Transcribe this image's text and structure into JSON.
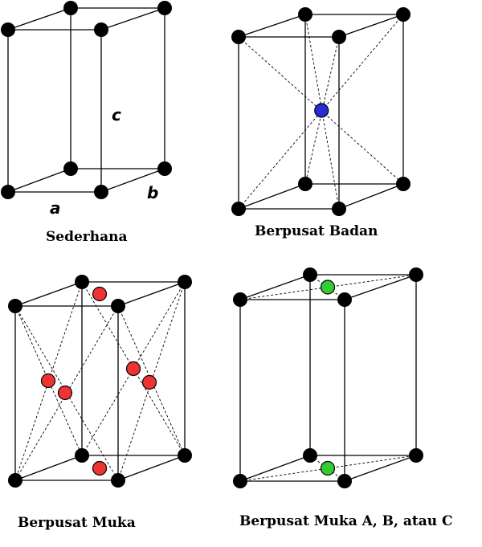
{
  "panels": [
    {
      "id": "simple",
      "caption": "Sederhana",
      "axis_labels": {
        "a": "a",
        "b": "b",
        "c": "c"
      },
      "extra_atoms": "none"
    },
    {
      "id": "body-centered",
      "caption": "Berpusat Badan",
      "extra_atoms": "body-center",
      "extra_atom_color": "#2a2ad6"
    },
    {
      "id": "face-centered",
      "caption": "Berpusat Muka",
      "extra_atoms": "all-faces",
      "extra_atom_color": "#ee3333"
    },
    {
      "id": "base-centered",
      "caption": "Berpusat Muka A, B, atau C",
      "extra_atoms": "top-bottom-faces",
      "extra_atom_color": "#33cc33"
    }
  ],
  "colors": {
    "corner_atom": "#000000",
    "edges": "#000000",
    "background": "#ffffff"
  }
}
